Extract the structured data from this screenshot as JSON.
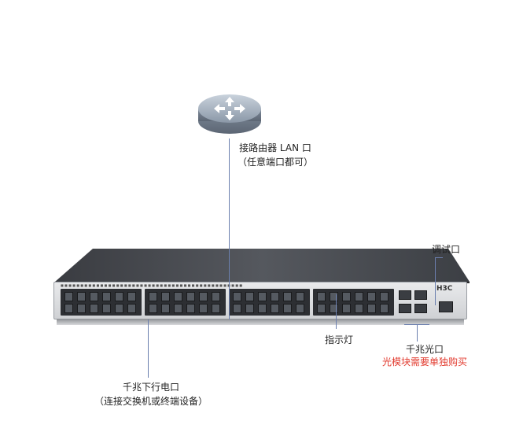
{
  "router": {
    "label_line1": "接路由器 LAN 口",
    "label_line2": "（任意端口都可）"
  },
  "switch": {
    "brand": "H3C"
  },
  "labels": {
    "console": "调试口",
    "indicator": "指示灯",
    "fiber_title": "千兆光口",
    "fiber_note": "光模块需要单独购买",
    "downlink_line1": "千兆下行电口",
    "downlink_line2": "（连接交换机或终端设备）"
  },
  "colors": {
    "line": "#6b7fae",
    "note_red": "#e23a2e",
    "switch_body": "#3b3e44"
  }
}
